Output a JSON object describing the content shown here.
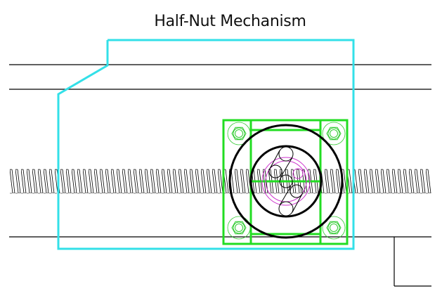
{
  "diagram": {
    "title": "Half-Nut Mechanism",
    "colors": {
      "housing_outline": "#33e0e8",
      "bracket": "#22dd22",
      "lines": "#000000",
      "cam": "#cc33cc",
      "bolt": "#33cc33"
    },
    "components": [
      {
        "id": "leadscrew",
        "label": "Threaded leadscrew"
      },
      {
        "id": "housing",
        "label": "Apron housing outline"
      },
      {
        "id": "bracket",
        "label": "Half-nut bracket with four bolts"
      },
      {
        "id": "outer-disc",
        "label": "Outer dial disc"
      },
      {
        "id": "inner-disc",
        "label": "Inner cam disc"
      },
      {
        "id": "cam-slots",
        "label": "Cam slot pins"
      }
    ]
  }
}
